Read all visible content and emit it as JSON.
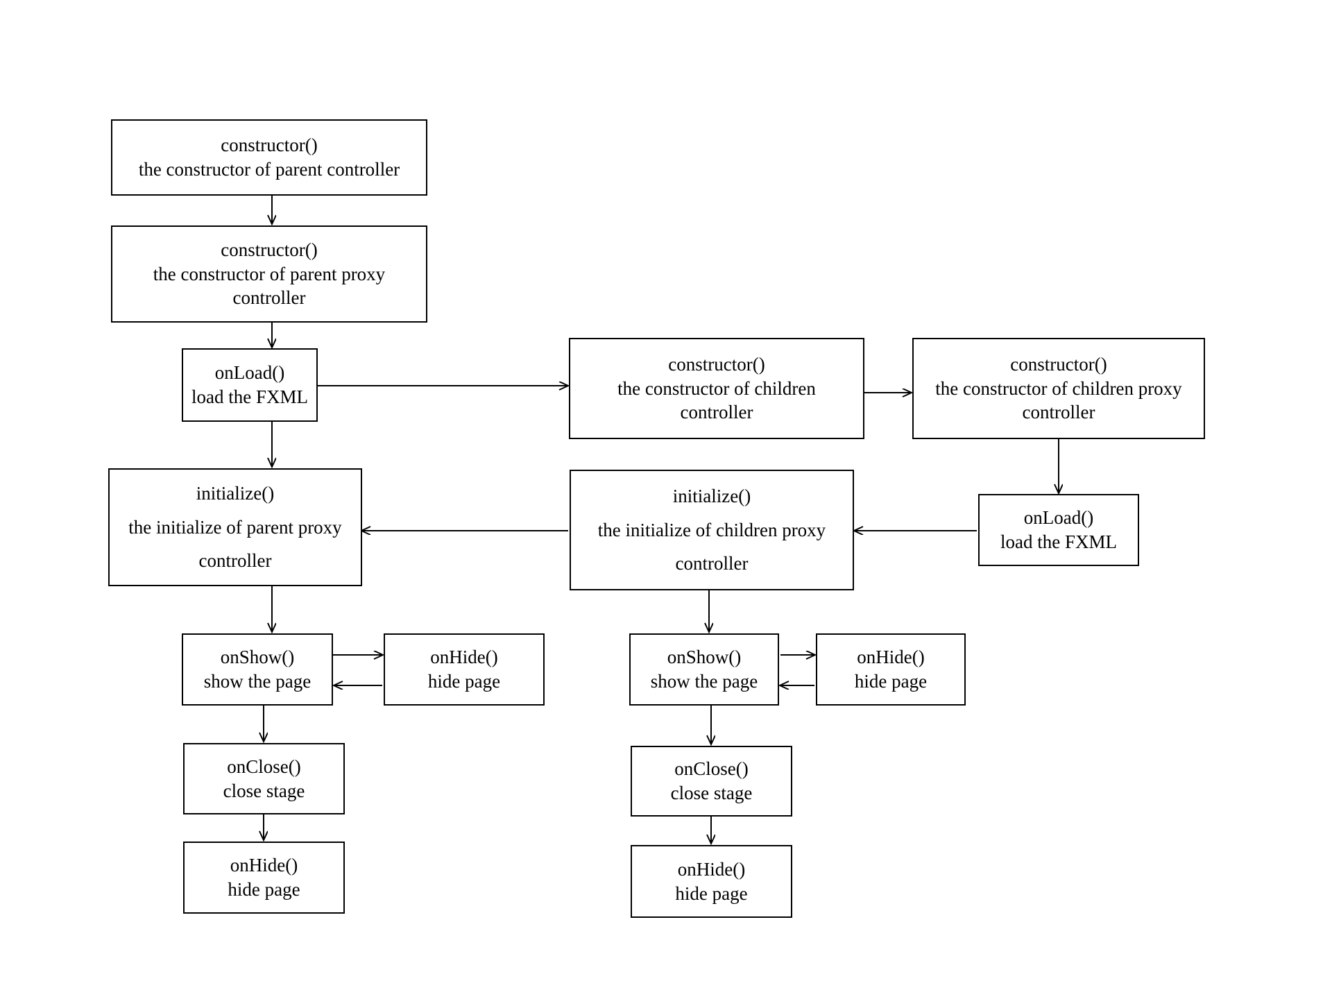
{
  "diagram": {
    "title": "JavaFX controller lifecycle flowchart",
    "stroke_color": "#000000",
    "background_color": "#ffffff",
    "nodes": [
      {
        "id": "parent-constructor",
        "lines": [
          "constructor()",
          "the constructor of parent controller"
        ]
      },
      {
        "id": "parent-proxy-constructor",
        "lines": [
          "constructor()",
          "the constructor of parent proxy",
          "controller"
        ]
      },
      {
        "id": "parent-onload",
        "lines": [
          "onLoad()",
          "load the FXML"
        ]
      },
      {
        "id": "children-constructor",
        "lines": [
          "constructor()",
          "the constructor of children",
          "controller"
        ]
      },
      {
        "id": "children-proxy-constructor",
        "lines": [
          "constructor()",
          "the constructor of children proxy",
          "controller"
        ]
      },
      {
        "id": "children-onload",
        "lines": [
          "onLoad()",
          "load the FXML"
        ]
      },
      {
        "id": "parent-initialize",
        "lines": [
          "initialize()",
          "the initialize of parent proxy",
          "controller"
        ]
      },
      {
        "id": "children-initialize",
        "lines": [
          "initialize()",
          "the initialize of children proxy",
          "controller"
        ]
      },
      {
        "id": "parent-onshow",
        "lines": [
          "onShow()",
          "show the page"
        ]
      },
      {
        "id": "parent-onhide-side",
        "lines": [
          "onHide()",
          "hide page"
        ]
      },
      {
        "id": "children-onshow",
        "lines": [
          "onShow()",
          "show the page"
        ]
      },
      {
        "id": "children-onhide-side",
        "lines": [
          "onHide()",
          "hide page"
        ]
      },
      {
        "id": "parent-onclose",
        "lines": [
          "onClose()",
          "close stage"
        ]
      },
      {
        "id": "children-onclose",
        "lines": [
          "onClose()",
          "close stage"
        ]
      },
      {
        "id": "parent-onhide-bottom",
        "lines": [
          "onHide()",
          "hide page"
        ]
      },
      {
        "id": "children-onhide-bottom",
        "lines": [
          "onHide()",
          "hide page"
        ]
      }
    ],
    "edges": [
      {
        "from": "parent-constructor",
        "to": "parent-proxy-constructor",
        "direction": "down"
      },
      {
        "from": "parent-proxy-constructor",
        "to": "parent-onload",
        "direction": "down"
      },
      {
        "from": "parent-onload",
        "to": "children-constructor",
        "direction": "right"
      },
      {
        "from": "children-constructor",
        "to": "children-proxy-constructor",
        "direction": "right"
      },
      {
        "from": "children-proxy-constructor",
        "to": "children-onload",
        "direction": "down"
      },
      {
        "from": "children-onload",
        "to": "children-initialize",
        "direction": "left"
      },
      {
        "from": "children-initialize",
        "to": "parent-initialize",
        "direction": "left"
      },
      {
        "from": "parent-onload",
        "to": "parent-initialize",
        "direction": "down"
      },
      {
        "from": "parent-initialize",
        "to": "parent-onshow",
        "direction": "down"
      },
      {
        "from": "parent-onshow",
        "to": "parent-onhide-side",
        "direction": "right"
      },
      {
        "from": "parent-onhide-side",
        "to": "parent-onshow",
        "direction": "left"
      },
      {
        "from": "parent-onshow",
        "to": "parent-onclose",
        "direction": "down"
      },
      {
        "from": "parent-onclose",
        "to": "parent-onhide-bottom",
        "direction": "down"
      },
      {
        "from": "children-initialize",
        "to": "children-onshow",
        "direction": "down"
      },
      {
        "from": "children-onshow",
        "to": "children-onhide-side",
        "direction": "right"
      },
      {
        "from": "children-onhide-side",
        "to": "children-onshow",
        "direction": "left"
      },
      {
        "from": "children-onshow",
        "to": "children-onclose",
        "direction": "down"
      },
      {
        "from": "children-onclose",
        "to": "children-onhide-bottom",
        "direction": "down"
      }
    ]
  }
}
